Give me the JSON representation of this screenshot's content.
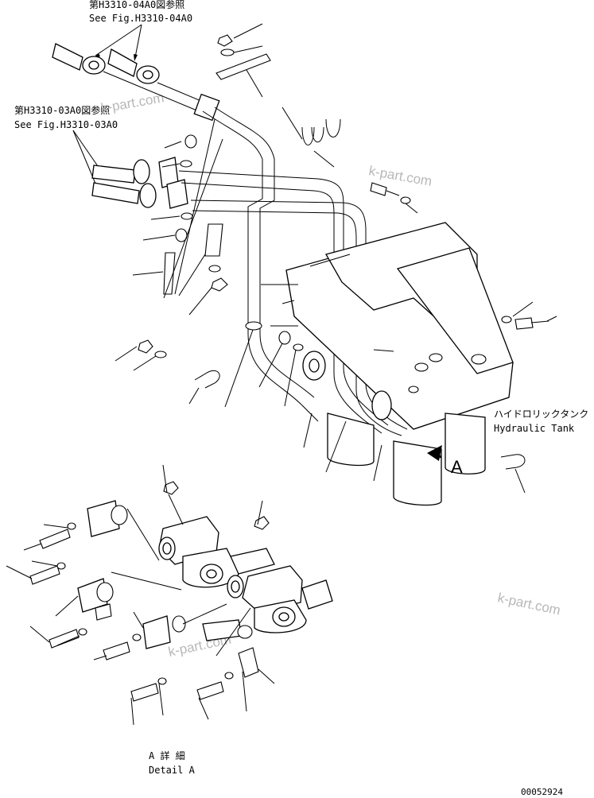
{
  "ref_top": {
    "jp": "第H3310-04A0図参照",
    "en": "See Fig.H3310-04A0"
  },
  "ref_mid": {
    "jp": "第H3310-03A0図参照",
    "en": "See Fig.H3310-03A0"
  },
  "tank": {
    "jp": "ハイドロリックタンク",
    "en": "Hydraulic Tank"
  },
  "view_marker": "A",
  "detail": {
    "jp": "A 詳 細",
    "en": "Detail A"
  },
  "watermark": "k-part.com",
  "doc_number": "00052924"
}
